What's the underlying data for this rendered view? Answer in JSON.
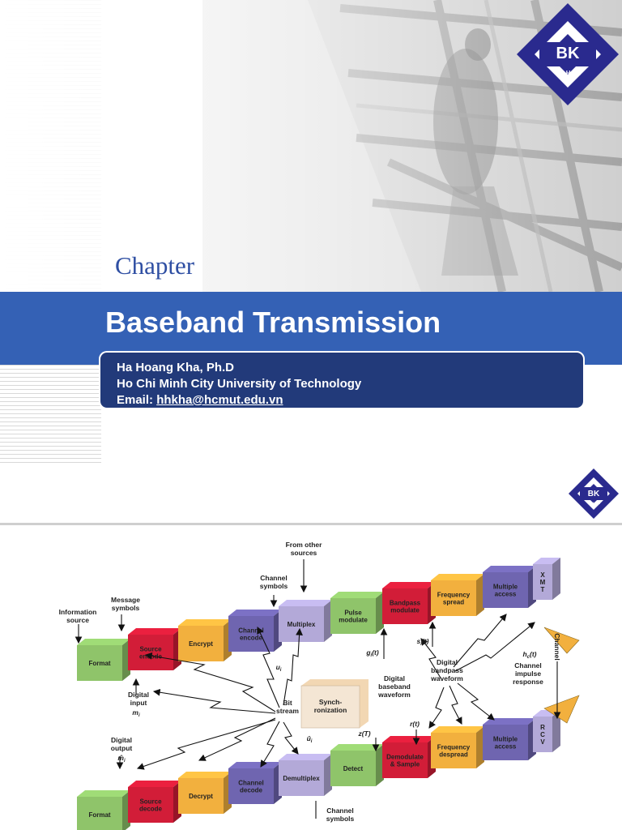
{
  "slide1": {
    "chapter_label": "Chapter",
    "title": "Baseband Transmission",
    "author": "Ha Hoang Kha, Ph.D",
    "university": "Ho Chi Minh City University of Technology",
    "email_label": "Email: ",
    "email": "hhkha@hcmut.edu.vn",
    "logo_text_big": "BK",
    "logo_text_small": "TP. HCM",
    "colors": {
      "band": "#3461b5",
      "info_box": "#223a7a",
      "logo": "#2a2a8e"
    }
  },
  "slide2": {
    "labels": {
      "from_other": [
        "From other",
        "sources"
      ],
      "channel_symbols_top": [
        "Channel",
        "symbols"
      ],
      "message_symbols": [
        "Message",
        "symbols"
      ],
      "information_source": [
        "Information",
        "source"
      ],
      "digital_input": [
        "Digital",
        "input"
      ],
      "digital_input_sym": "m",
      "digital_input_sub": "i",
      "u_top": "u",
      "u_top_sub": "i",
      "g": "g",
      "g_sub": "i",
      "g_arg": "(t)",
      "s": "s",
      "s_sub": "i",
      "s_arg": "(t)",
      "hc": "h",
      "hc_sub": "c",
      "hc_arg": "(t)",
      "channel_impulse": [
        "Channel",
        "impulse",
        "response"
      ],
      "channel_vertical": "Channel",
      "digital_baseband": [
        "Digital",
        "baseband",
        "waveform"
      ],
      "digital_bandpass": [
        "Digital",
        "bandpass",
        "waveform"
      ],
      "bit_stream": [
        "Bit",
        "stream"
      ],
      "synchronization": [
        "Synch-",
        "ronization"
      ],
      "digital_output": [
        "Digital",
        "output"
      ],
      "digital_output_sym": "m̂",
      "digital_output_sub": "i",
      "u_bottom": "û",
      "u_bottom_sub": "i",
      "z": "z(T)",
      "r": "r(t)",
      "channel_symbols_bottom": [
        "Channel",
        "symbols"
      ]
    },
    "top_chain": [
      {
        "label": [
          "Format"
        ],
        "color": "#8fc46a"
      },
      {
        "label": [
          "Source",
          "encode"
        ],
        "color": "#d21d38"
      },
      {
        "label": [
          "Encrypt"
        ],
        "color": "#f2b03e"
      },
      {
        "label": [
          "Channel",
          "encode"
        ],
        "color": "#6f65b0"
      },
      {
        "label": [
          "Multiplex"
        ],
        "color": "#b3a9d8"
      },
      {
        "label": [
          "Pulse",
          "modulate"
        ],
        "color": "#8fc46a"
      },
      {
        "label": [
          "Bandpass",
          "modulate"
        ],
        "color": "#d21d38"
      },
      {
        "label": [
          "Frequency",
          "spread"
        ],
        "color": "#f2b03e"
      },
      {
        "label": [
          "Multiple",
          "access"
        ],
        "color": "#6f65b0"
      },
      {
        "label": [
          "X",
          "M",
          "T"
        ],
        "color": "#b3a9d8"
      }
    ],
    "bottom_chain": [
      {
        "label": [
          "Format"
        ],
        "color": "#8fc46a"
      },
      {
        "label": [
          "Source",
          "decode"
        ],
        "color": "#d21d38"
      },
      {
        "label": [
          "Decrypt"
        ],
        "color": "#f2b03e"
      },
      {
        "label": [
          "Channel",
          "decode"
        ],
        "color": "#6f65b0"
      },
      {
        "label": [
          "Demultiplex"
        ],
        "color": "#b3a9d8"
      },
      {
        "label": [
          "Detect"
        ],
        "color": "#8fc46a"
      },
      {
        "label": [
          "Demodulate",
          "& Sample"
        ],
        "color": "#d21d38"
      },
      {
        "label": [
          "Frequency",
          "despread"
        ],
        "color": "#f2b03e"
      },
      {
        "label": [
          "Multiple",
          "access"
        ],
        "color": "#6f65b0"
      },
      {
        "label": [
          "R",
          "C",
          "V"
        ],
        "color": "#b3a9d8"
      }
    ]
  }
}
